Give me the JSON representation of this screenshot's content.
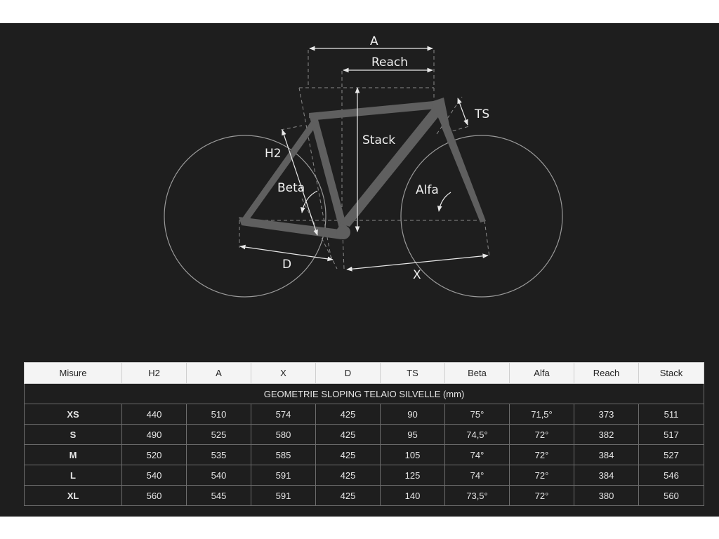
{
  "diagram": {
    "labels": {
      "a": "A",
      "reach": "Reach",
      "stack": "Stack",
      "ts": "TS",
      "h2": "H2",
      "beta": "Beta",
      "alfa": "Alfa",
      "d": "D",
      "x": "X"
    }
  },
  "table": {
    "headers": [
      "Misure",
      "H2",
      "A",
      "X",
      "D",
      "TS",
      "Beta",
      "Alfa",
      "Reach",
      "Stack"
    ],
    "caption": "GEOMETRIE SLOPING TELAIO SILVELLE (mm)",
    "rows": [
      [
        "XS",
        "440",
        "510",
        "574",
        "425",
        "90",
        "75°",
        "71,5°",
        "373",
        "511"
      ],
      [
        "S",
        "490",
        "525",
        "580",
        "425",
        "95",
        "74,5°",
        "72°",
        "382",
        "517"
      ],
      [
        "M",
        "520",
        "535",
        "585",
        "425",
        "105",
        "74°",
        "72°",
        "384",
        "527"
      ],
      [
        "L",
        "540",
        "540",
        "591",
        "425",
        "125",
        "74°",
        "72°",
        "384",
        "546"
      ],
      [
        "XL",
        "560",
        "545",
        "591",
        "425",
        "140",
        "73,5°",
        "72°",
        "380",
        "560"
      ]
    ]
  }
}
